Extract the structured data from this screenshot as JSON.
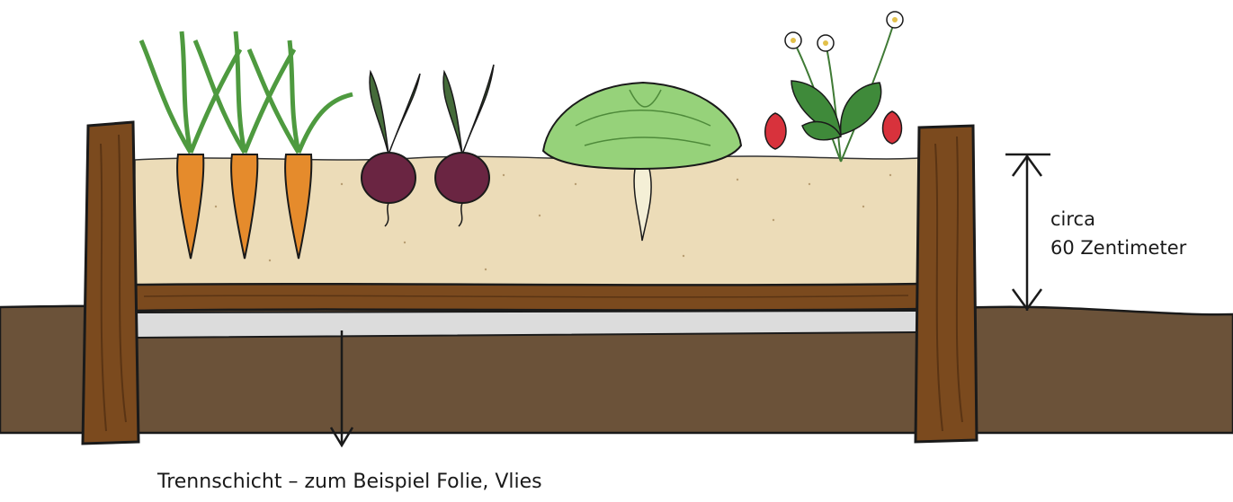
{
  "annotations": {
    "height_line1": "circa",
    "height_line2": "60 Zentimeter",
    "layer_caption": "Trennschicht – zum Beispiel Folie, Vlies"
  },
  "colors": {
    "ground": "#6b5239",
    "soil": "#ecdcb8",
    "wood": "#7b4a1e",
    "wood_dark": "#5a3414",
    "separation_layer": "#dcdcdc",
    "carrot": "#e58b2c",
    "carrot_leaf": "#4e9a3f",
    "beet": "#6a2542",
    "beet_leaf": "#456b3a",
    "lettuce": "#96d27a",
    "strawberry": "#d8323c",
    "strawberry_leaf": "#3f8a3a"
  }
}
